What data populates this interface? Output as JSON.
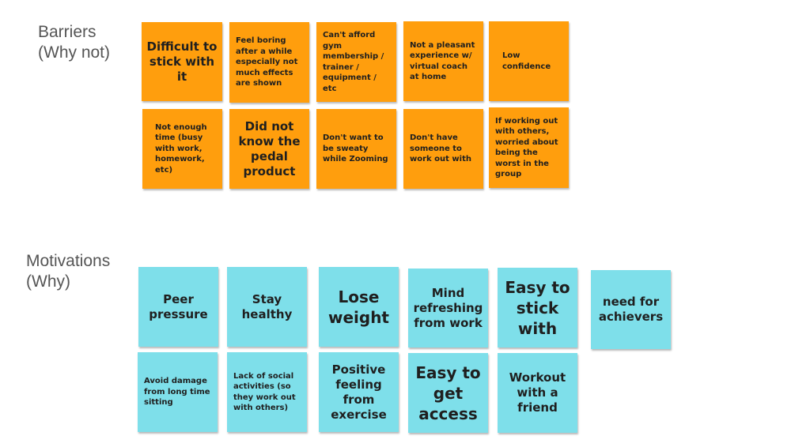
{
  "colors": {
    "barrier_note": "#ff9e0d",
    "motivation_note": "#7edfea"
  },
  "barriers": {
    "label": "Barriers\n(Why not)",
    "notes": [
      "Difficult to stick with it",
      "Feel boring after a while especially not much effects are shown",
      "Can't afford gym membership / trainer / equipment / etc",
      "Not a pleasant experience w/ virtual coach at home",
      "Low confidence",
      "Not enough time (busy with work, homework, etc)",
      "Did not know the pedal product",
      "Don't want to be sweaty while Zooming",
      "Don't have someone to work out with",
      "If working out with others, worried about being the worst in the group"
    ]
  },
  "motivations": {
    "label": "Motivations\n(Why)",
    "notes": [
      "Peer pressure",
      "Stay healthy",
      "Lose weight",
      "Mind refreshing from work",
      "Easy to stick with",
      "need for achievers",
      "Avoid damage from long time sitting",
      "Lack of social activities (so they work out with others)",
      "Positive feeling from exercise",
      "Easy to get access",
      "Workout with a friend"
    ]
  }
}
